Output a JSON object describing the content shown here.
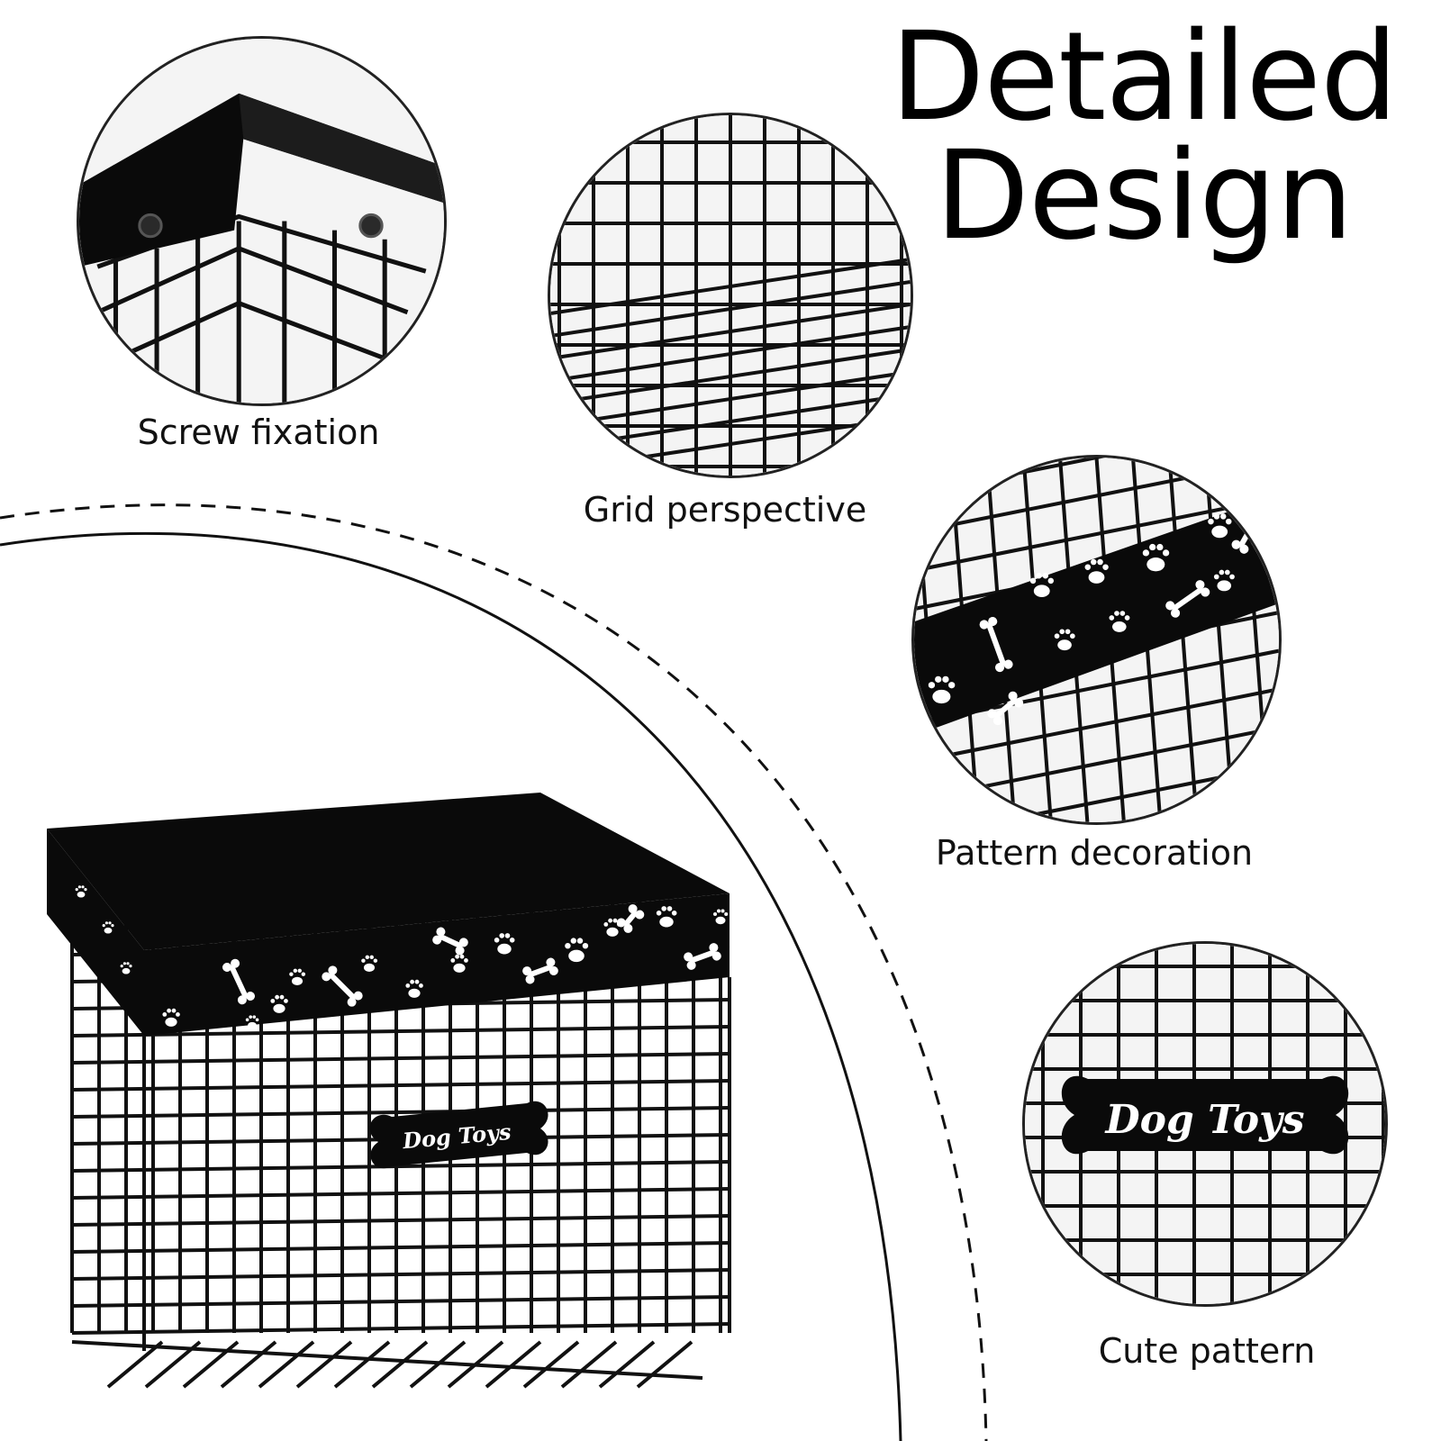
{
  "title": {
    "line1": "Detailed",
    "line2": "Design"
  },
  "features": [
    {
      "id": "screw",
      "caption": "Screw fixation"
    },
    {
      "id": "grid",
      "caption": "Grid perspective"
    },
    {
      "id": "pattern",
      "caption": "Pattern decoration"
    },
    {
      "id": "cute",
      "caption": "Cute pattern"
    }
  ],
  "product": {
    "tag_text": "Dog Toys"
  },
  "colors": {
    "wire": "#111111",
    "panel": "#0a0a0a",
    "print": "#ffffff",
    "background": "#ffffff"
  }
}
